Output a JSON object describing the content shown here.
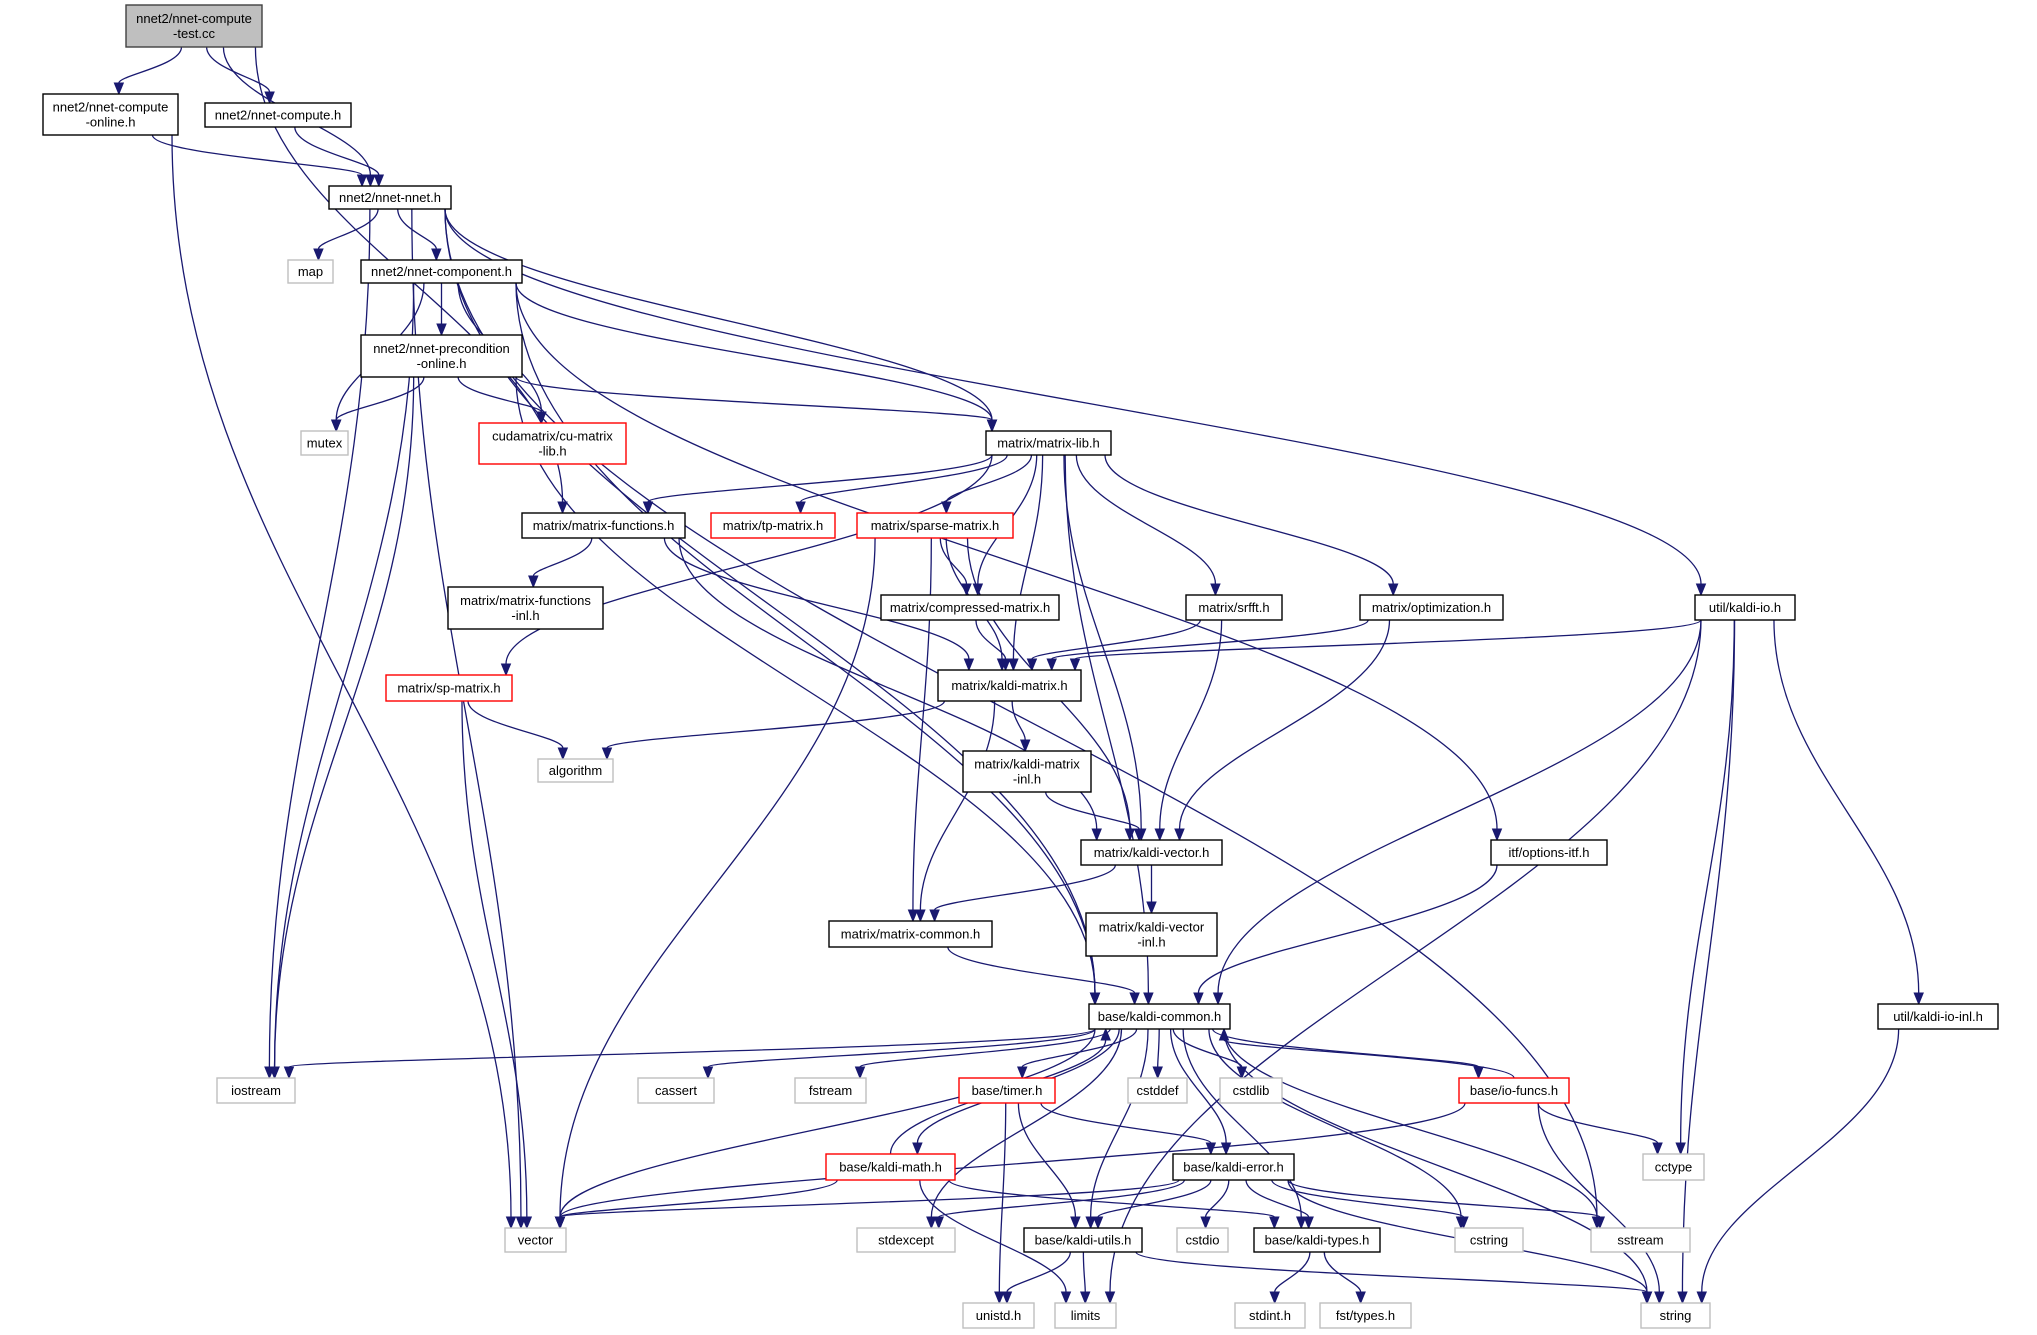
{
  "title": "nnet2/nnet-compute-test.cc include dependency graph",
  "colors": {
    "edge": "#191970",
    "root_fill": "#bfbfbf",
    "truncated_border": "#ff0000",
    "external_border": "#bfbfbf",
    "normal_border": "#000000"
  },
  "nodes": [
    {
      "id": "root",
      "label": [
        "nnet2/nnet-compute",
        "-test.cc"
      ],
      "kind": "root"
    },
    {
      "id": "compute_online",
      "label": [
        "nnet2/nnet-compute",
        "-online.h"
      ],
      "kind": "normal"
    },
    {
      "id": "compute",
      "label": [
        "nnet2/nnet-compute.h"
      ],
      "kind": "normal"
    },
    {
      "id": "nnet",
      "label": [
        "nnet2/nnet-nnet.h"
      ],
      "kind": "normal"
    },
    {
      "id": "map",
      "label": [
        "map"
      ],
      "kind": "external"
    },
    {
      "id": "component",
      "label": [
        "nnet2/nnet-component.h"
      ],
      "kind": "normal"
    },
    {
      "id": "precond",
      "label": [
        "nnet2/nnet-precondition",
        "-online.h"
      ],
      "kind": "normal"
    },
    {
      "id": "mutex",
      "label": [
        "mutex"
      ],
      "kind": "external"
    },
    {
      "id": "cumatrix",
      "label": [
        "cudamatrix/cu-matrix",
        "-lib.h"
      ],
      "kind": "truncated"
    },
    {
      "id": "matrixlib",
      "label": [
        "matrix/matrix-lib.h"
      ],
      "kind": "normal"
    },
    {
      "id": "mfunc",
      "label": [
        "matrix/matrix-functions.h"
      ],
      "kind": "normal"
    },
    {
      "id": "tpmatrix",
      "label": [
        "matrix/tp-matrix.h"
      ],
      "kind": "truncated"
    },
    {
      "id": "sparse",
      "label": [
        "matrix/sparse-matrix.h"
      ],
      "kind": "truncated"
    },
    {
      "id": "mfuncinl",
      "label": [
        "matrix/matrix-functions",
        "-inl.h"
      ],
      "kind": "normal"
    },
    {
      "id": "compressed",
      "label": [
        "matrix/compressed-matrix.h"
      ],
      "kind": "normal"
    },
    {
      "id": "srfft",
      "label": [
        "matrix/srfft.h"
      ],
      "kind": "normal"
    },
    {
      "id": "optim",
      "label": [
        "matrix/optimization.h"
      ],
      "kind": "normal"
    },
    {
      "id": "kaldiio",
      "label": [
        "util/kaldi-io.h"
      ],
      "kind": "normal"
    },
    {
      "id": "spmatrix",
      "label": [
        "matrix/sp-matrix.h"
      ],
      "kind": "truncated"
    },
    {
      "id": "kmatrix",
      "label": [
        "matrix/kaldi-matrix.h"
      ],
      "kind": "normal"
    },
    {
      "id": "algorithm",
      "label": [
        "algorithm"
      ],
      "kind": "external"
    },
    {
      "id": "kmatrixinl",
      "label": [
        "matrix/kaldi-matrix",
        "-inl.h"
      ],
      "kind": "normal"
    },
    {
      "id": "kvector",
      "label": [
        "matrix/kaldi-vector.h"
      ],
      "kind": "normal"
    },
    {
      "id": "optionsitf",
      "label": [
        "itf/options-itf.h"
      ],
      "kind": "normal"
    },
    {
      "id": "kvectorinl",
      "label": [
        "matrix/kaldi-vector",
        "-inl.h"
      ],
      "kind": "normal"
    },
    {
      "id": "mcommon",
      "label": [
        "matrix/matrix-common.h"
      ],
      "kind": "normal"
    },
    {
      "id": "kcommon",
      "label": [
        "base/kaldi-common.h"
      ],
      "kind": "normal"
    },
    {
      "id": "kaldiioinl",
      "label": [
        "util/kaldi-io-inl.h"
      ],
      "kind": "normal"
    },
    {
      "id": "iostream",
      "label": [
        "iostream"
      ],
      "kind": "external"
    },
    {
      "id": "cassert",
      "label": [
        "cassert"
      ],
      "kind": "external"
    },
    {
      "id": "fstream",
      "label": [
        "fstream"
      ],
      "kind": "external"
    },
    {
      "id": "timer",
      "label": [
        "base/timer.h"
      ],
      "kind": "truncated"
    },
    {
      "id": "cstddef",
      "label": [
        "cstddef"
      ],
      "kind": "external"
    },
    {
      "id": "cstdlib",
      "label": [
        "cstdlib"
      ],
      "kind": "external"
    },
    {
      "id": "iofuncs",
      "label": [
        "base/io-funcs.h"
      ],
      "kind": "truncated"
    },
    {
      "id": "kmath",
      "label": [
        "base/kaldi-math.h"
      ],
      "kind": "truncated"
    },
    {
      "id": "kerror",
      "label": [
        "base/kaldi-error.h"
      ],
      "kind": "normal"
    },
    {
      "id": "cctype",
      "label": [
        "cctype"
      ],
      "kind": "external"
    },
    {
      "id": "vector",
      "label": [
        "vector"
      ],
      "kind": "external"
    },
    {
      "id": "stdexcept",
      "label": [
        "stdexcept"
      ],
      "kind": "external"
    },
    {
      "id": "kutils",
      "label": [
        "base/kaldi-utils.h"
      ],
      "kind": "normal"
    },
    {
      "id": "cstdio",
      "label": [
        "cstdio"
      ],
      "kind": "external"
    },
    {
      "id": "ktypes",
      "label": [
        "base/kaldi-types.h"
      ],
      "kind": "normal"
    },
    {
      "id": "cstring",
      "label": [
        "cstring"
      ],
      "kind": "external"
    },
    {
      "id": "sstream",
      "label": [
        "sstream"
      ],
      "kind": "external"
    },
    {
      "id": "unistd",
      "label": [
        "unistd.h"
      ],
      "kind": "external"
    },
    {
      "id": "limits",
      "label": [
        "limits"
      ],
      "kind": "external"
    },
    {
      "id": "stdint",
      "label": [
        "stdint.h"
      ],
      "kind": "external"
    },
    {
      "id": "fsttypes",
      "label": [
        "fst/types.h"
      ],
      "kind": "external"
    },
    {
      "id": "string",
      "label": [
        "string"
      ],
      "kind": "external"
    }
  ],
  "edges": [
    [
      "root",
      "compute_online"
    ],
    [
      "root",
      "compute"
    ],
    [
      "root",
      "nnet"
    ],
    [
      "root",
      "mfunc"
    ],
    [
      "compute_online",
      "nnet"
    ],
    [
      "compute_online",
      "vector"
    ],
    [
      "compute",
      "nnet"
    ],
    [
      "nnet",
      "map"
    ],
    [
      "nnet",
      "component"
    ],
    [
      "nnet",
      "matrixlib"
    ],
    [
      "nnet",
      "kcommon"
    ],
    [
      "nnet",
      "kaldiio"
    ],
    [
      "nnet",
      "sstream"
    ],
    [
      "nnet",
      "iostream"
    ],
    [
      "nnet",
      "vector"
    ],
    [
      "component",
      "precond"
    ],
    [
      "component",
      "mutex"
    ],
    [
      "component",
      "cumatrix"
    ],
    [
      "component",
      "matrixlib"
    ],
    [
      "component",
      "optionsitf"
    ],
    [
      "component",
      "iostream"
    ],
    [
      "component",
      "kcommon"
    ],
    [
      "precond",
      "mutex"
    ],
    [
      "precond",
      "cumatrix"
    ],
    [
      "precond",
      "matrixlib"
    ],
    [
      "precond",
      "iostream"
    ],
    [
      "precond",
      "kcommon"
    ],
    [
      "matrixlib",
      "mfunc"
    ],
    [
      "matrixlib",
      "tpmatrix"
    ],
    [
      "matrixlib",
      "sparse"
    ],
    [
      "matrixlib",
      "compressed"
    ],
    [
      "matrixlib",
      "srfft"
    ],
    [
      "matrixlib",
      "optim"
    ],
    [
      "matrixlib",
      "kmatrix"
    ],
    [
      "matrixlib",
      "kvector"
    ],
    [
      "matrixlib",
      "spmatrix"
    ],
    [
      "matrixlib",
      "kcommon"
    ],
    [
      "mfunc",
      "mfuncinl"
    ],
    [
      "mfunc",
      "kmatrix"
    ],
    [
      "mfunc",
      "kvector"
    ],
    [
      "sparse",
      "compressed"
    ],
    [
      "sparse",
      "kmatrix"
    ],
    [
      "sparse",
      "kvector"
    ],
    [
      "sparse",
      "mcommon"
    ],
    [
      "sparse",
      "vector"
    ],
    [
      "compressed",
      "kmatrix"
    ],
    [
      "srfft",
      "kmatrix"
    ],
    [
      "srfft",
      "kvector"
    ],
    [
      "optim",
      "kmatrix"
    ],
    [
      "optim",
      "kvector"
    ],
    [
      "kaldiio",
      "kmatrix"
    ],
    [
      "kaldiio",
      "kcommon"
    ],
    [
      "kaldiio",
      "cctype"
    ],
    [
      "kaldiio",
      "limits"
    ],
    [
      "kaldiio",
      "kaldiioinl"
    ],
    [
      "kaldiio",
      "string"
    ],
    [
      "spmatrix",
      "algorithm"
    ],
    [
      "spmatrix",
      "vector"
    ],
    [
      "kmatrix",
      "algorithm"
    ],
    [
      "kmatrix",
      "kmatrixinl"
    ],
    [
      "kmatrix",
      "mcommon"
    ],
    [
      "kmatrixinl",
      "kvector"
    ],
    [
      "kvector",
      "kvectorinl"
    ],
    [
      "kvector",
      "mcommon"
    ],
    [
      "optionsitf",
      "kcommon"
    ],
    [
      "mcommon",
      "kcommon"
    ],
    [
      "kaldiioinl",
      "string"
    ],
    [
      "kcommon",
      "iostream"
    ],
    [
      "kcommon",
      "cassert"
    ],
    [
      "kcommon",
      "fstream"
    ],
    [
      "kcommon",
      "timer"
    ],
    [
      "kcommon",
      "cstddef"
    ],
    [
      "kcommon",
      "cstdlib"
    ],
    [
      "kcommon",
      "iofuncs"
    ],
    [
      "kcommon",
      "kmath"
    ],
    [
      "kcommon",
      "kerror"
    ],
    [
      "kcommon",
      "vector"
    ],
    [
      "kcommon",
      "stdexcept"
    ],
    [
      "kcommon",
      "kutils"
    ],
    [
      "kcommon",
      "ktypes"
    ],
    [
      "kcommon",
      "cstring"
    ],
    [
      "kcommon",
      "sstream"
    ],
    [
      "kcommon",
      "string"
    ],
    [
      "timer",
      "kerror"
    ],
    [
      "timer",
      "kutils"
    ],
    [
      "timer",
      "unistd"
    ],
    [
      "iofuncs",
      "kcommon"
    ],
    [
      "iofuncs",
      "cctype"
    ],
    [
      "iofuncs",
      "vector"
    ],
    [
      "iofuncs",
      "string"
    ],
    [
      "kmath",
      "kcommon"
    ],
    [
      "kmath",
      "vector"
    ],
    [
      "kmath",
      "ktypes"
    ],
    [
      "kmath",
      "limits"
    ],
    [
      "kerror",
      "vector"
    ],
    [
      "kerror",
      "stdexcept"
    ],
    [
      "kerror",
      "kutils"
    ],
    [
      "kerror",
      "cstdio"
    ],
    [
      "kerror",
      "ktypes"
    ],
    [
      "kerror",
      "cstring"
    ],
    [
      "kerror",
      "sstream"
    ],
    [
      "kerror",
      "string"
    ],
    [
      "kutils",
      "unistd"
    ],
    [
      "kutils",
      "limits"
    ],
    [
      "kutils",
      "string"
    ],
    [
      "ktypes",
      "stdint"
    ],
    [
      "ktypes",
      "fsttypes"
    ]
  ]
}
